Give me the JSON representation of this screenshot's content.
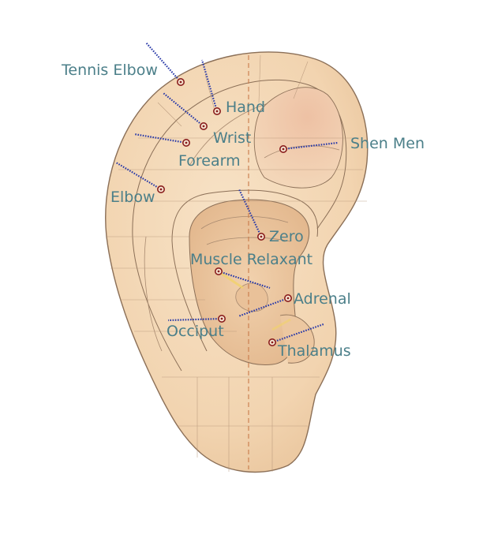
{
  "colors": {
    "label_text": "#4b7f89",
    "needle": "#2a3aa8",
    "point_ring": "#8a1e1e",
    "skin": "#f4d9b8",
    "outline": "#8b6f57"
  },
  "points": [
    {
      "id": "tennis-elbow",
      "label": "Tennis Elbow"
    },
    {
      "id": "hand",
      "label": "Hand"
    },
    {
      "id": "wrist",
      "label": "Wrist"
    },
    {
      "id": "forearm",
      "label": "Forearm"
    },
    {
      "id": "shen-men",
      "label": "Shen Men"
    },
    {
      "id": "elbow",
      "label": "Elbow"
    },
    {
      "id": "zero",
      "label": "Zero"
    },
    {
      "id": "muscle-relaxant",
      "label": "Muscle Relaxant"
    },
    {
      "id": "adrenal",
      "label": "Adrenal"
    },
    {
      "id": "occiput",
      "label": "Occiput"
    },
    {
      "id": "thalamus",
      "label": "Thalamus"
    }
  ]
}
